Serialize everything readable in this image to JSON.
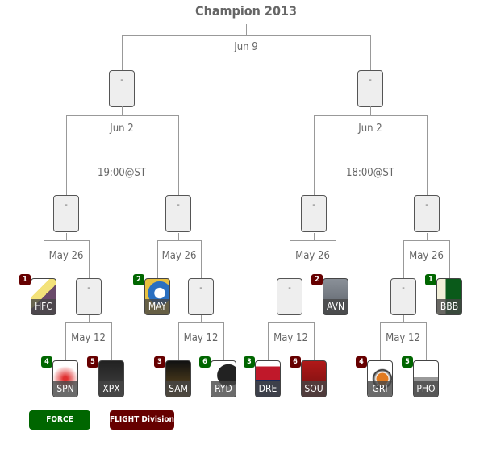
{
  "title": "Champion 2013",
  "final": {
    "date": "Jun 9",
    "result": "-"
  },
  "semis": [
    {
      "date": "Jun 2",
      "time": "19:00@ST",
      "result": "-"
    },
    {
      "date": "Jun 2",
      "time": "18:00@ST",
      "result": "-"
    }
  ],
  "quarters": [
    {
      "date": "May 26",
      "result": "-"
    },
    {
      "date": "May 26",
      "result": "-"
    },
    {
      "date": "May 26",
      "result": "-"
    },
    {
      "date": "May 26",
      "result": "-"
    }
  ],
  "round1": [
    {
      "date": "May 12",
      "result": "-"
    },
    {
      "date": "May 12",
      "result": "-"
    },
    {
      "date": "May 12",
      "result": "-"
    },
    {
      "date": "May 12",
      "result": "-"
    }
  ],
  "byes": [
    {
      "name": "HFC",
      "seed": "1",
      "division": "flight"
    },
    {
      "name": "MAY",
      "seed": "2",
      "division": "force"
    },
    {
      "name": "AVN",
      "seed": "2",
      "division": "flight"
    },
    {
      "name": "BBB",
      "seed": "1",
      "division": "force"
    }
  ],
  "r1teams": [
    {
      "name": "SPN",
      "seed": "4",
      "division": "force"
    },
    {
      "name": "XPX",
      "seed": "5",
      "division": "flight"
    },
    {
      "name": "SAM",
      "seed": "3",
      "division": "flight"
    },
    {
      "name": "RYD",
      "seed": "6",
      "division": "force"
    },
    {
      "name": "DRE",
      "seed": "3",
      "division": "force"
    },
    {
      "name": "SOU",
      "seed": "6",
      "division": "flight"
    },
    {
      "name": "GRI",
      "seed": "4",
      "division": "flight"
    },
    {
      "name": "PHO",
      "seed": "5",
      "division": "force"
    }
  ],
  "legend": {
    "force": "FORCE Division",
    "flight": "FLIGHT Division"
  },
  "colors": {
    "force": "#006600",
    "flight": "#660000"
  }
}
